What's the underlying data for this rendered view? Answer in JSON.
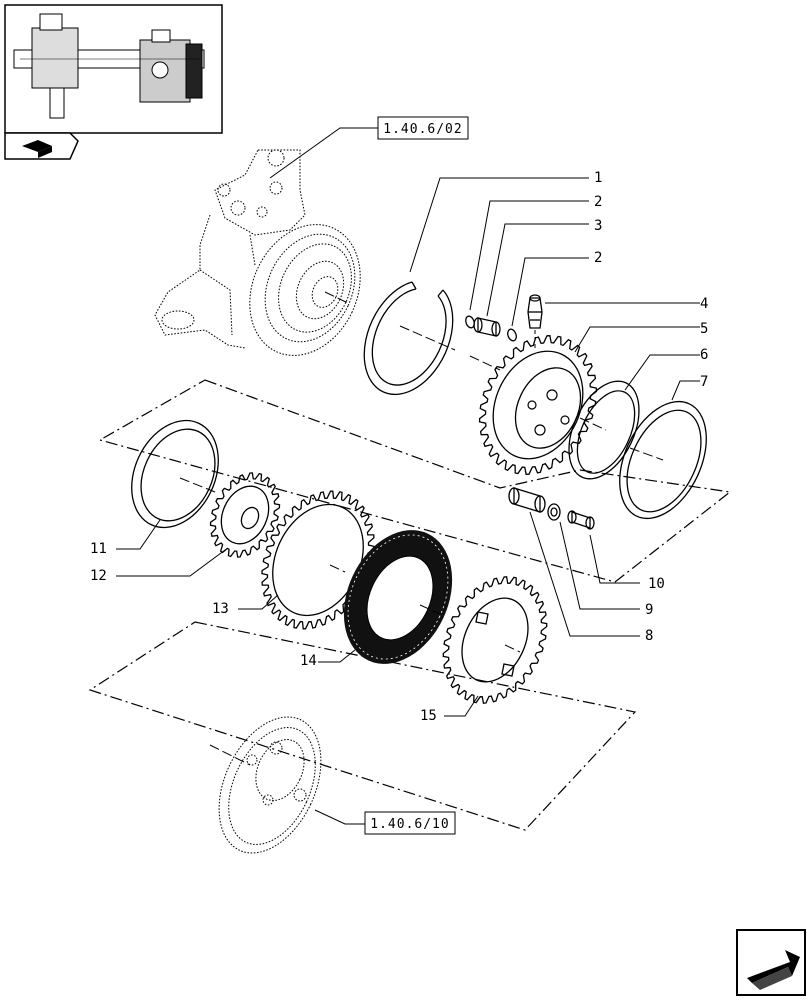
{
  "reference_boxes": [
    {
      "id": "ref-top",
      "label": "1.40.6/02"
    },
    {
      "id": "ref-bottom",
      "label": "1.40.6/10"
    }
  ],
  "callouts": [
    "1",
    "2",
    "3",
    "2",
    "4",
    "5",
    "6",
    "7",
    "10",
    "9",
    "8",
    "11",
    "12",
    "13",
    "14",
    "15"
  ],
  "icons": {
    "thumbnail": "axle-assembly-thumbnail",
    "section": "section-book-icon",
    "next_page": "next-page-arrow-icon"
  }
}
